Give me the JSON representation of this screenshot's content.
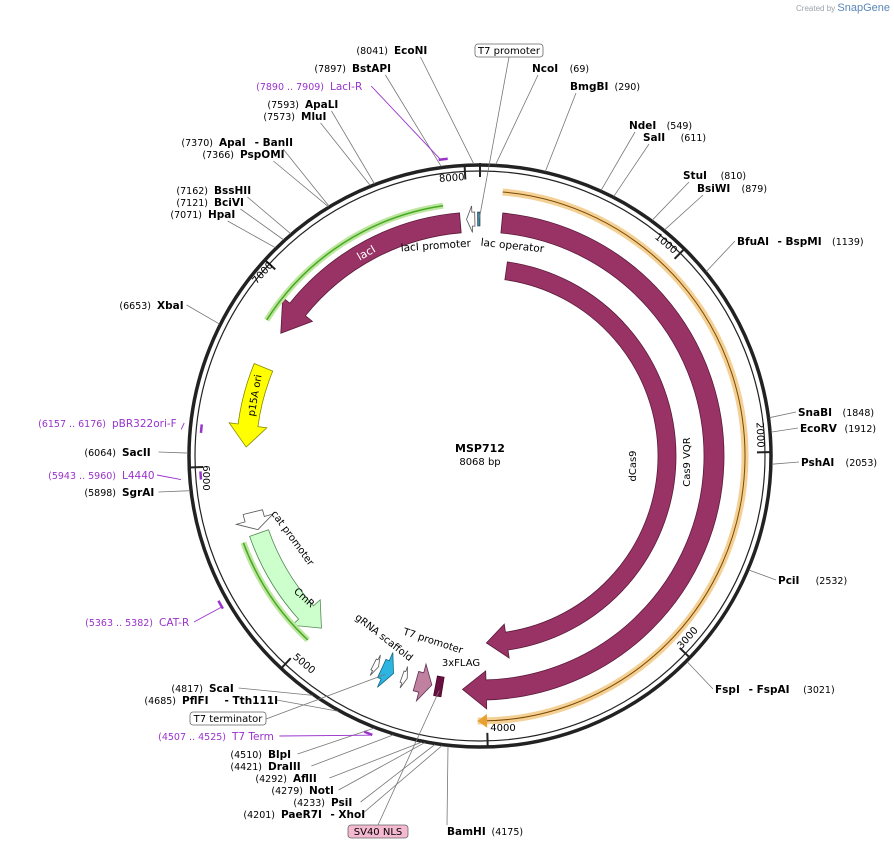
{
  "watermark": {
    "prefix": "Created by",
    "brand": "SnapGene"
  },
  "plasmid": {
    "name": "MSP712",
    "size_label": "8068 bp",
    "length": 8068
  },
  "colors": {
    "backbone": "#222222",
    "cds": "#993366",
    "promoter_outline": "#555555",
    "primer": "#9933cc",
    "orf_orange": "#f0c070",
    "lacI_green": "#44aa22",
    "ori_yellow": "#ffff00",
    "cmr": "#ccffcc",
    "sv40": "#f4b8d0",
    "t7term_blue": "#2bb5e0"
  },
  "tick_labels": [
    "8000",
    "1000",
    "2000",
    "3000",
    "4000",
    "5000",
    "6000",
    "7000"
  ],
  "enzymes": [
    {
      "name": "EcoNI",
      "pos": "(8041)"
    },
    {
      "name": "NcoI",
      "pos": "(69)"
    },
    {
      "name": "BmgBI",
      "pos": "(290)"
    },
    {
      "name": "BstAPI",
      "pos": "(7897)"
    },
    {
      "name": "ApaLI",
      "pos": "(7593)"
    },
    {
      "name": "MluI",
      "pos": "(7573)"
    },
    {
      "name": "NdeI",
      "pos": "(549)"
    },
    {
      "name": "SalI",
      "pos": "(611)"
    },
    {
      "name": "ApaI",
      "pos": "(7370)",
      "extra": "BanII"
    },
    {
      "name": "PspOMI",
      "pos": "(7366)"
    },
    {
      "name": "StuI",
      "pos": "(810)"
    },
    {
      "name": "BsiWI",
      "pos": "(879)"
    },
    {
      "name": "BssHII",
      "pos": "(7162)"
    },
    {
      "name": "BciVI",
      "pos": "(7121)"
    },
    {
      "name": "HpaI",
      "pos": "(7071)"
    },
    {
      "name": "BfuAI",
      "pos": "(1139)",
      "extra": "BspMI"
    },
    {
      "name": "XbaI",
      "pos": "(6653)"
    },
    {
      "name": "SnaBI",
      "pos": "(1848)"
    },
    {
      "name": "EcoRV",
      "pos": "(1912)"
    },
    {
      "name": "SacII",
      "pos": "(6064)"
    },
    {
      "name": "PshAI",
      "pos": "(2053)"
    },
    {
      "name": "SgrAI",
      "pos": "(5898)"
    },
    {
      "name": "PciI",
      "pos": "(2532)"
    },
    {
      "name": "FspI",
      "pos": "(3021)",
      "extra": "FspAI"
    },
    {
      "name": "ScaI",
      "pos": "(4817)"
    },
    {
      "name": "PflFI",
      "pos": "(4685)",
      "extra": "Tth111I"
    },
    {
      "name": "BlpI",
      "pos": "(4510)"
    },
    {
      "name": "DraIII",
      "pos": "(4421)"
    },
    {
      "name": "AflII",
      "pos": "(4292)"
    },
    {
      "name": "NotI",
      "pos": "(4279)"
    },
    {
      "name": "PsiI",
      "pos": "(4233)"
    },
    {
      "name": "PaeR7I",
      "pos": "(4201)",
      "extra": "XhoI"
    },
    {
      "name": "BamHI",
      "pos": "(4175)"
    }
  ],
  "primers": [
    {
      "name": "LacI-R",
      "range": "(7890 .. 7909)"
    },
    {
      "name": "pBR322ori-F",
      "range": "(6157 .. 6176)"
    },
    {
      "name": "L4440",
      "range": "(5943 .. 5960)"
    },
    {
      "name": "CAT-R",
      "range": "(5363 .. 5382)"
    },
    {
      "name": "T7 Term",
      "range": "(4507 .. 4525)"
    }
  ],
  "boxed_labels": {
    "t7_promoter_top": "T7 promoter",
    "t7_terminator": "T7 terminator",
    "sv40_nls": "SV40 NLS"
  },
  "features": {
    "lacI": "lacI",
    "lacI_promoter": "lacI promoter",
    "lac_operator": "lac operator",
    "p15A_ori": "p15A ori",
    "dCas9": "dCas9",
    "cas9_vqr": "Cas9 VQR",
    "cat_promoter": "cat promoter",
    "cmR": "CmR",
    "grna_scaffold": "gRNA scaffold",
    "t7_promoter_inner": "T7 promoter",
    "flag": "3xFLAG"
  }
}
